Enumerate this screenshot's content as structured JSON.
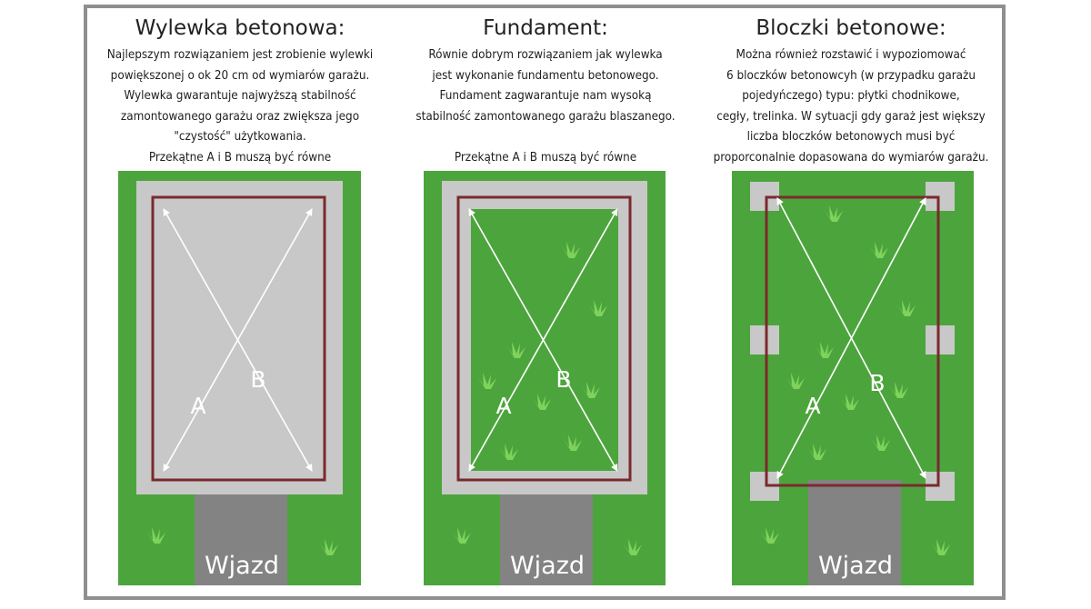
{
  "panels": [
    {
      "title": "Wylewka betonowa:",
      "desc": [
        "Najlepszym rozwiązaniem jest zrobienie wylewki",
        "powiększonej o ok 20 cm od wymiarów garażu.",
        "Wylewka gwarantuje najwyższą stabilność",
        "zamontowanego garażu oraz zwiększa jego",
        "\"czystość\" użytkowania.",
        "Przekątne A i B muszą być równe"
      ],
      "label_a": "A",
      "label_b": "B",
      "entry": "Wjazd"
    },
    {
      "title": "Fundament:",
      "desc": [
        "Równie dobrym rozwiązaniem jak wylewka",
        "jest wykonanie fundamentu betonowego.",
        "Fundament zagwarantuje nam wysoką",
        "stabilność zamontowanego garażu blaszanego.",
        "",
        "Przekątne A i B muszą być równe"
      ],
      "label_a": "A",
      "label_b": "B",
      "entry": "Wjazd"
    },
    {
      "title": "Bloczki betonowe:",
      "desc": [
        "Można również rozstawić i wypoziomować",
        "6 bloczków betonowcyh (w przypadku garażu",
        "pojedyńczego) typu: płytki chodnikowe,",
        "cegły, trelinka. W sytuacji gdy garaż jest większy",
        "liczba bloczków betonowych musi być",
        "proporconalnie dopasowana do wymiarów garażu."
      ],
      "label_a": "A",
      "label_b": "B",
      "entry": "Wjazd"
    }
  ],
  "colors": {
    "grass": "#4ca53c",
    "grass_tuft": "#7fd35c",
    "concrete": "#c8c8c8",
    "driveway": "#838383",
    "garage_outline": "#7a2a2e",
    "frame": "#8f8f8f"
  }
}
